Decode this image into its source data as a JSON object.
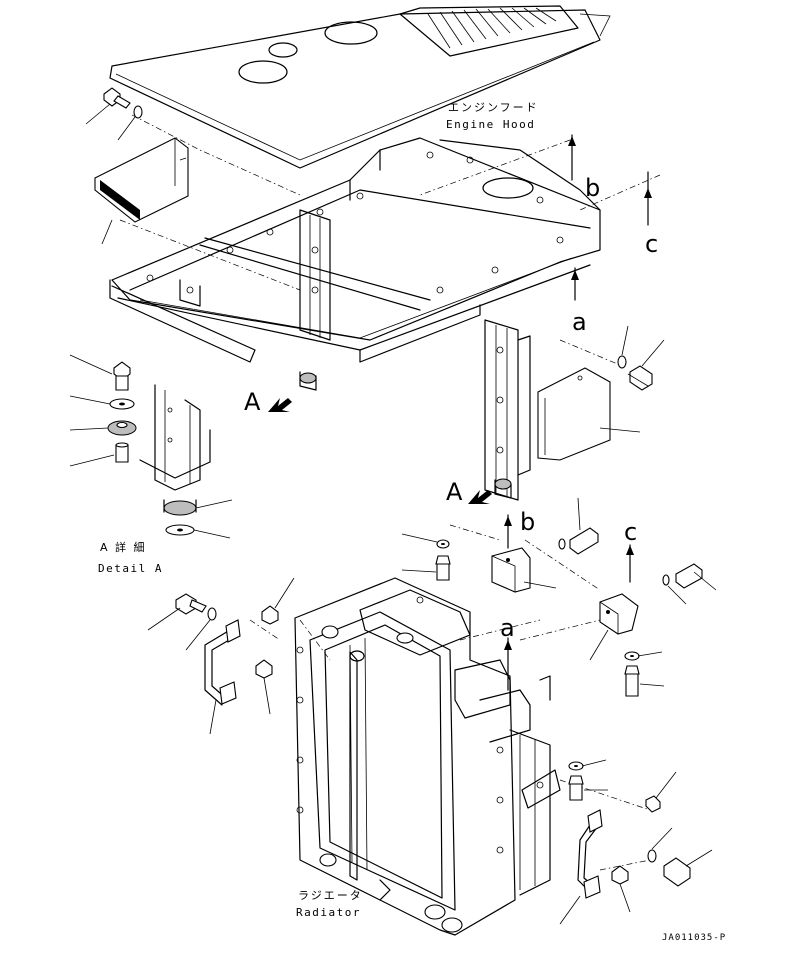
{
  "labels": {
    "engine_hood_jp": "エンジンフード",
    "engine_hood_en": "Engine Hood",
    "detail_a_jp": "A 詳 細",
    "detail_a_en": "Detail A",
    "radiator_jp": "ラジエータ",
    "radiator_en": "Radiator",
    "drawing_code": "JA011035-P"
  },
  "markers": {
    "a": "a",
    "b": "b",
    "c": "c",
    "view_a": "A"
  },
  "colors": {
    "line": "#000000",
    "background": "#ffffff"
  }
}
